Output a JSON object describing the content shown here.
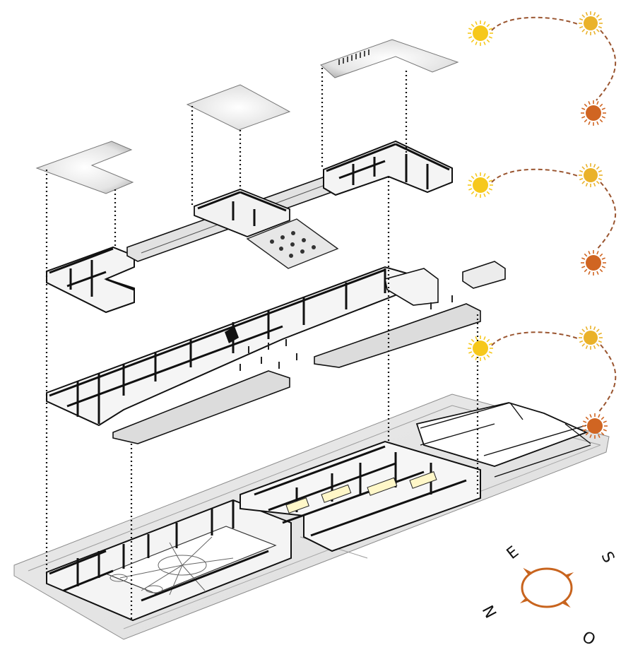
{
  "compass": {
    "labels": {
      "north": "N",
      "east": "E",
      "south": "S",
      "west": "O"
    },
    "accent_color": "#c8641e"
  },
  "sun_paths": [
    {
      "name": "sun-path-top"
    },
    {
      "name": "sun-path-middle"
    },
    {
      "name": "sun-path-bottom"
    }
  ],
  "sun_colors": {
    "rise": "#f6c81c",
    "noon": "#eab22a",
    "set": "#d06522",
    "path": "#9a5530"
  },
  "floors": [
    {
      "name": "roof-level"
    },
    {
      "name": "upper-floor"
    },
    {
      "name": "middle-floor"
    },
    {
      "name": "ground-floor-site"
    }
  ]
}
